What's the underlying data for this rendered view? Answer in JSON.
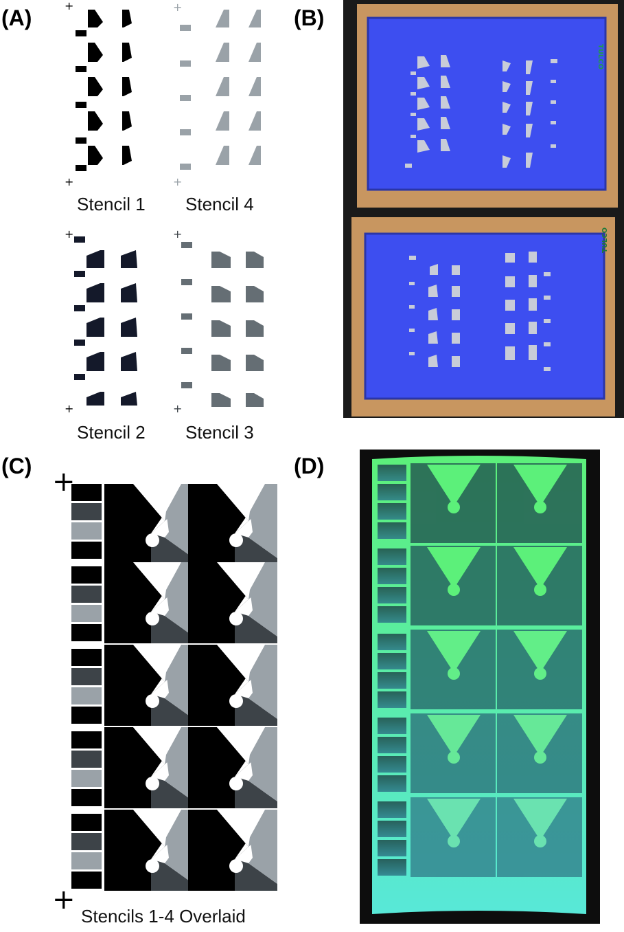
{
  "panels": {
    "a": {
      "label": "(A)"
    },
    "b": {
      "label": "(B)"
    },
    "c": {
      "label": "(C)"
    },
    "d": {
      "label": "(D)"
    }
  },
  "stencils": {
    "stencil_1": "Stencil 1",
    "stencil_4": "Stencil 4",
    "stencil_2": "Stencil 2",
    "stencil_3": "Stencil 3",
    "overlay": "Stencils 1-4 Overlaid"
  },
  "frame_brand": "TULCO",
  "colors": {
    "black": "#000000",
    "dark_gray": "#3d4348",
    "mid_gray": "#707a80",
    "light_gray": "#9aa2a8",
    "navy": "#14192a",
    "screen_blue": "#3d4ef0",
    "wood": "#c89660",
    "glow_green": "#5cf07a",
    "glow_cyan": "#58e8d8"
  }
}
